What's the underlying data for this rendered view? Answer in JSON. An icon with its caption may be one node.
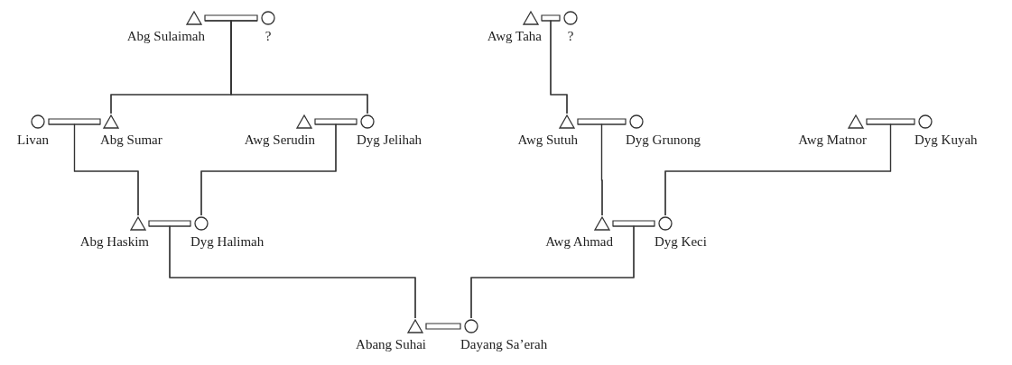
{
  "diagram": {
    "nodes": [
      {
        "text": [
          "Abg Sulaimah"
        ]
      },
      {
        "text": [
          "?"
        ]
      },
      {
        "text": [
          "Awg Taha"
        ]
      },
      {
        "text": [
          "?"
        ]
      },
      {
        "text": [
          "Livan"
        ]
      },
      {
        "text": [
          "Abg Sumar"
        ]
      },
      {
        "text": [
          "Awg Serudin"
        ]
      },
      {
        "text": [
          "Dyg Jelihah"
        ]
      },
      {
        "text": [
          "Awg Sutuh"
        ]
      },
      {
        "text": [
          "Dyg Grunong"
        ]
      },
      {
        "text": [
          "Awg Matnor"
        ]
      },
      {
        "text": [
          "Dyg Kuyah"
        ]
      },
      {
        "text": [
          "Abg Haskim"
        ]
      },
      {
        "text": [
          "Dyg Halimah"
        ]
      },
      {
        "text": [
          "Awg Ahmad"
        ]
      },
      {
        "text": [
          "Dyg Keci"
        ]
      },
      {
        "text": [
          "Abang Suhai"
        ]
      },
      {
        "text": [
          "Dayang Sa’erah"
        ]
      }
    ],
    "edges": [
      {
        "from": 0,
        "to": 1,
        "arrow": "none"
      },
      {
        "from": 2,
        "to": 3,
        "arrow": "none"
      },
      {
        "from": 4,
        "to": 5,
        "arrow": "none"
      },
      {
        "from": 6,
        "to": 7,
        "arrow": "none"
      },
      {
        "from": 8,
        "to": 9,
        "arrow": "none"
      },
      {
        "from": 10,
        "to": 11,
        "arrow": "none"
      },
      {
        "from": 12,
        "to": 13,
        "arrow": "none"
      },
      {
        "from": 14,
        "to": 15,
        "arrow": "none"
      },
      {
        "from": 16,
        "to": 17,
        "arrow": "none"
      },
      {
        "from": 0,
        "to": 5,
        "arrow": "none"
      },
      {
        "from": 1,
        "to": 5,
        "arrow": "none"
      },
      {
        "from": 0,
        "to": 7,
        "arrow": "none"
      },
      {
        "from": 1,
        "to": 7,
        "arrow": "none"
      },
      {
        "from": 2,
        "to": 8,
        "arrow": "none"
      },
      {
        "from": 3,
        "to": 8,
        "arrow": "none"
      },
      {
        "from": 4,
        "to": 12,
        "arrow": "none"
      },
      {
        "from": 5,
        "to": 12,
        "arrow": "none"
      },
      {
        "from": 6,
        "to": 13,
        "arrow": "none"
      },
      {
        "from": 7,
        "to": 13,
        "arrow": "none"
      },
      {
        "from": 8,
        "to": 14,
        "arrow": "none"
      },
      {
        "from": 9,
        "to": 14,
        "arrow": "none"
      },
      {
        "from": 10,
        "to": 15,
        "arrow": "none"
      },
      {
        "from": 11,
        "to": 15,
        "arrow": "none"
      },
      {
        "from": 12,
        "to": 16,
        "arrow": "none"
      },
      {
        "from": 13,
        "to": 16,
        "arrow": "none"
      },
      {
        "from": 14,
        "to": 17,
        "arrow": "none"
      },
      {
        "from": 15,
        "to": 17,
        "arrow": "none"
      }
    ]
  }
}
